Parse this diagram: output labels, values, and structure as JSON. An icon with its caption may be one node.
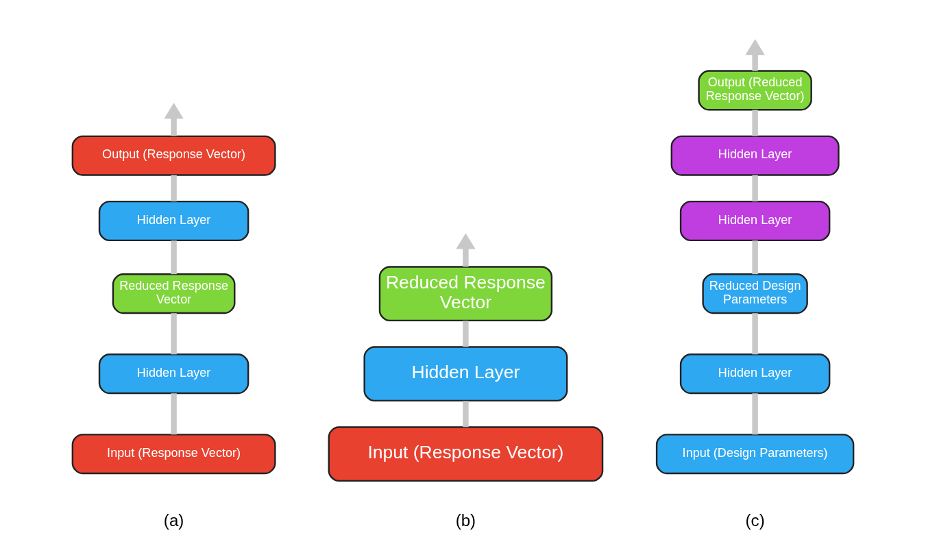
{
  "diagram": {
    "nodes": [
      {
        "text": [
          "Output (Response Vector)"
        ]
      },
      {
        "text": [
          "Hidden Layer"
        ]
      },
      {
        "text": [
          "Reduced Response Vector"
        ]
      },
      {
        "text": [
          "Hidden Layer"
        ]
      },
      {
        "text": [
          "Input (Response Vector)"
        ]
      },
      {
        "text": [
          "Reduced Response Vector"
        ]
      },
      {
        "text": [
          "Hidden Layer"
        ]
      },
      {
        "text": [
          "Input (Response Vector)"
        ]
      },
      {
        "text": [
          "Output (Reduced Response Vector)"
        ]
      },
      {
        "text": [
          "Hidden Layer"
        ]
      },
      {
        "text": [
          "Hidden Layer"
        ]
      },
      {
        "text": [
          "Reduced Design Parameters"
        ]
      },
      {
        "text": [
          "Hidden Layer"
        ]
      },
      {
        "text": [
          "Input (Design Parameters)"
        ]
      }
    ],
    "edges": [
      {
        "from": 4,
        "to": 3,
        "arrow": "none"
      },
      {
        "from": 3,
        "to": 2,
        "arrow": "none"
      },
      {
        "from": 2,
        "to": 1,
        "arrow": "none"
      },
      {
        "from": 1,
        "to": 0,
        "arrow": "none"
      },
      {
        "from": 0,
        "to": null,
        "arrow": "to"
      },
      {
        "from": 7,
        "to": 6,
        "arrow": "none"
      },
      {
        "from": 6,
        "to": 5,
        "arrow": "none"
      },
      {
        "from": 5,
        "to": null,
        "arrow": "to"
      },
      {
        "from": 13,
        "to": 12,
        "arrow": "none"
      },
      {
        "from": 12,
        "to": 11,
        "arrow": "none"
      },
      {
        "from": 11,
        "to": 10,
        "arrow": "none"
      },
      {
        "from": 10,
        "to": 9,
        "arrow": "none"
      },
      {
        "from": 9,
        "to": 8,
        "arrow": "none"
      },
      {
        "from": 8,
        "to": null,
        "arrow": "to"
      }
    ],
    "labels": [
      "(a)",
      "(b)",
      "(c)"
    ]
  }
}
